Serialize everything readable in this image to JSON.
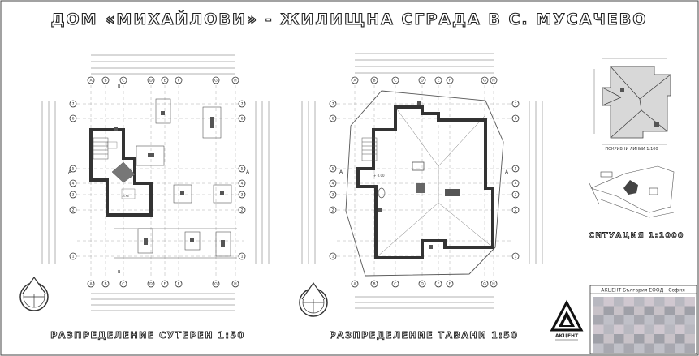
{
  "sheet": {
    "title": "ДОМ «МИХАЙЛОВИ» - ЖИЛИЩНА СГРАДА В С. МУСАЧЕВО",
    "basement_caption": "РАЗПРЕДЕЛЕНИЕ СУТЕРЕН 1:50",
    "attic_caption": "РАЗПРЕДЕЛЕНИЕ ТАВАНИ 1:50",
    "roof_caption": "ПОКРИВНИ ЛИНИИ 1:100",
    "situation_caption": "СИТУАЦИЯ 1:1000",
    "grid_letters": [
      "A",
      "B",
      "C",
      "D",
      "E",
      "F",
      "G",
      "H"
    ],
    "grid_numbers": [
      "7",
      "6",
      "5",
      "4",
      "3",
      "2",
      "1"
    ],
    "axis_marks": [
      "A",
      "B"
    ],
    "level_marks": [
      "+ 0.00",
      "- 1.50"
    ]
  },
  "title_block": {
    "company": "АКЦЕНТ България ЕООД - София",
    "logo_text": "АКЦЕНТ",
    "colors": [
      "#b8b8c0",
      "#c8c2c8",
      "#a8a8b0",
      "#d0c8d0",
      "#9fa0a8",
      "#c0c0c8"
    ]
  }
}
